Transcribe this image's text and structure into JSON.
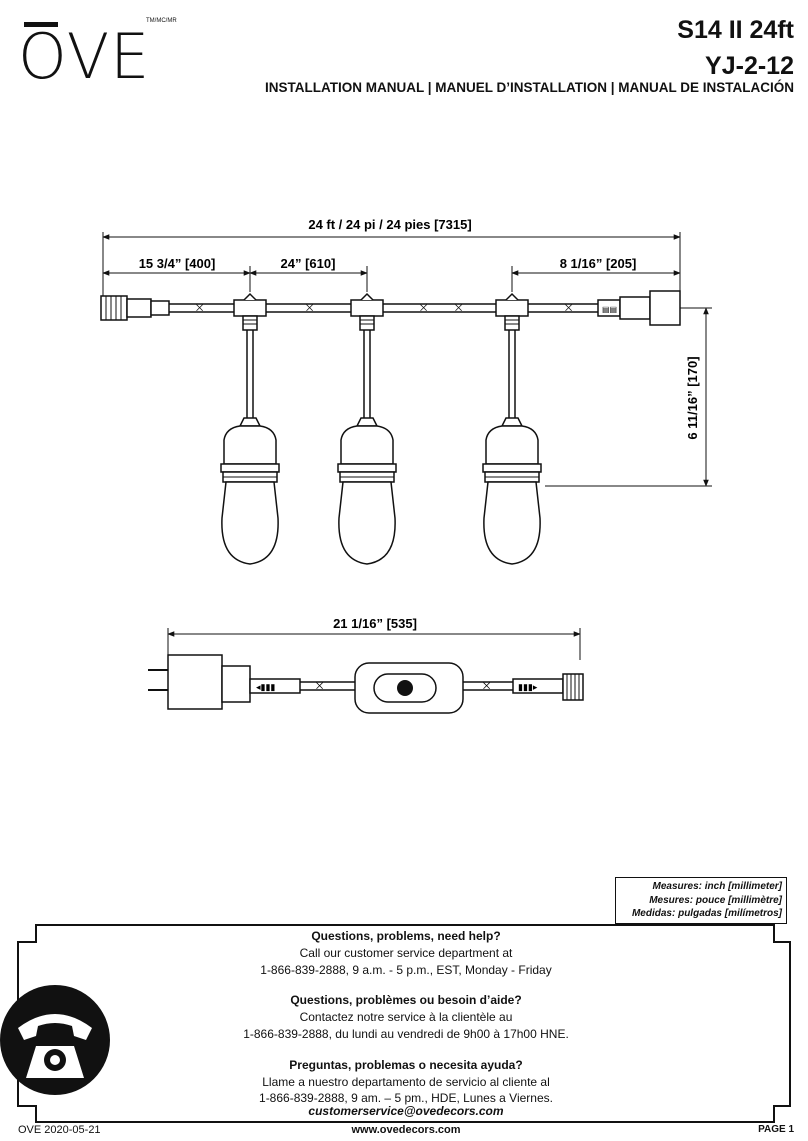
{
  "header": {
    "brand": "OVE",
    "trademark": "TM/MC/MR",
    "model": "S14 II 24ft",
    "sku": "YJ-2-12",
    "manual_title": "INSTALLATION MANUAL | MANUEL D’INSTALLATION | MANUAL DE INSTALACIÓN"
  },
  "diagram": {
    "total_length": "24 ft / 24 pi / 24 pies [7315]",
    "first_spacing": "15 3/4” [400]",
    "socket_spacing": "24” [610]",
    "end_spacing": "8 1/16” [205]",
    "drop_height": "6 11/16” [170]",
    "cord_length": "21 1/16” [535]"
  },
  "measures": {
    "en": "Measures: inch [millimeter]",
    "fr": "Mesures: pouce [millimètre]",
    "es": "Medidas: pulgadas [milímetros]"
  },
  "contact": {
    "en_question": "Questions, problems, need help?",
    "en_line1": "Call our customer service department at",
    "en_line2": "1-866-839-2888, 9 a.m. - 5 p.m., EST, Monday - Friday",
    "fr_question": "Questions, problèmes ou besoin d’aide?",
    "fr_line1": "Contactez notre service à la clientèle au",
    "fr_line2": "1-866-839-2888, du lundi au vendredi de 9h00 à 17h00 HNE.",
    "es_question": "Preguntas, problemas o necesita ayuda?",
    "es_line1": "Llame a nuestro departamento de servicio al cliente al",
    "es_line2": "1-866-839-2888, 9 am. – 5 pm., HDE, Lunes a Viernes.",
    "email": "customerservice@ovedecors.com"
  },
  "footer": {
    "left": "OVE 2020-05-21",
    "center": "www.ovedecors.com",
    "right": "PAGE 1"
  }
}
